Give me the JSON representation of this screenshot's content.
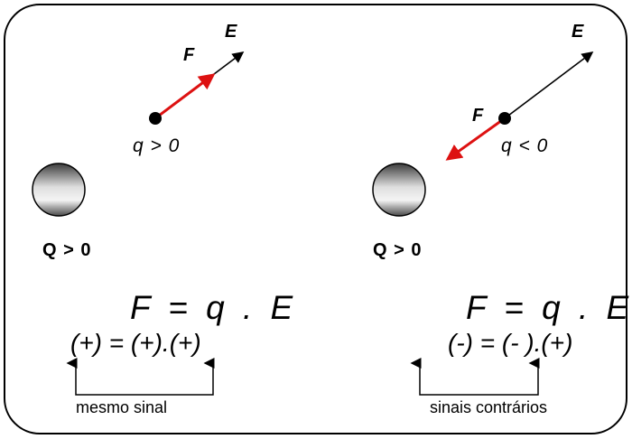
{
  "left": {
    "field_label": "E",
    "force_label": "F",
    "charge_label": "q > 0",
    "source_label": "Q > 0",
    "equation": "F = q . E",
    "signs": "(+) = (+).(+)",
    "caption": "mesmo sinal"
  },
  "right": {
    "field_label": "E",
    "force_label": "F",
    "charge_label": "q < 0",
    "source_label": "Q > 0",
    "equation": "F = q . E",
    "signs": "(-) = (- ).(+)",
    "caption": "sinais contrários"
  },
  "colors": {
    "force_arrow": "#dd1111",
    "field_arrow": "#000000",
    "border": "#000000"
  }
}
